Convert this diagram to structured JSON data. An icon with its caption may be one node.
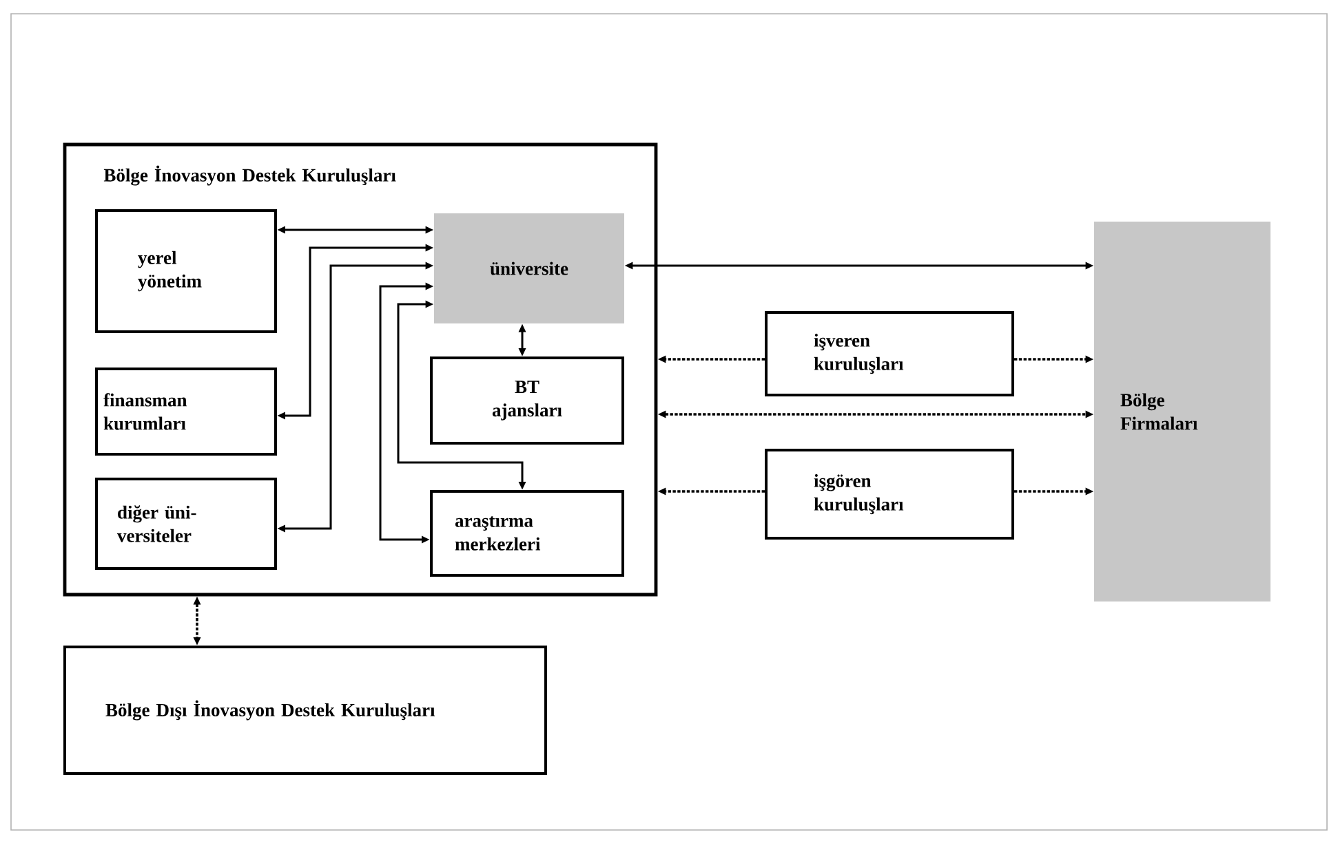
{
  "diagram": {
    "nodes": [
      {
        "text": [
          "Bölge İnovasyon Destek Kuruluşları"
        ]
      },
      {
        "text": [
          "yerel yönetim"
        ],
        "in": 0
      },
      {
        "text": [
          "üniversite"
        ],
        "in": 0
      },
      {
        "text": [
          "finansman kurumları"
        ],
        "in": 0
      },
      {
        "text": [
          "BT ajansları"
        ],
        "in": 0
      },
      {
        "text": [
          "diğer üni-versiteler"
        ],
        "in": 0
      },
      {
        "text": [
          "araştırma merkezleri"
        ],
        "in": 0
      },
      {
        "text": [
          "işveren kuruluşları"
        ]
      },
      {
        "text": [
          "işgören kuruluşları"
        ]
      },
      {
        "text": [
          "Bölge Firmaları"
        ]
      },
      {
        "text": [
          "Bölge Dışı İnovasyon Destek Kuruluşları"
        ]
      }
    ],
    "edges": [
      {
        "from": 1,
        "to": 2,
        "arrow": "both"
      },
      {
        "from": 2,
        "to": 3,
        "arrow": "both"
      },
      {
        "from": 2,
        "to": 5,
        "arrow": "both"
      },
      {
        "from": 2,
        "to": 6,
        "arrow": "both"
      },
      {
        "from": 2,
        "to": 6,
        "arrow": "both"
      },
      {
        "from": 2,
        "to": 4,
        "arrow": "both"
      },
      {
        "from": 2,
        "to": 9,
        "arrow": "both"
      },
      {
        "from": 7,
        "to": 0,
        "arrow": "to",
        "style": "dashed"
      },
      {
        "from": 7,
        "to": 9,
        "arrow": "to",
        "style": "dashed"
      },
      {
        "from": 0,
        "to": 9,
        "arrow": "both",
        "style": "dashed"
      },
      {
        "from": 8,
        "to": 0,
        "arrow": "to",
        "style": "dashed"
      },
      {
        "from": 8,
        "to": 9,
        "arrow": "to",
        "style": "dashed"
      },
      {
        "from": 0,
        "to": 10,
        "arrow": "both",
        "style": "dashed"
      }
    ]
  }
}
